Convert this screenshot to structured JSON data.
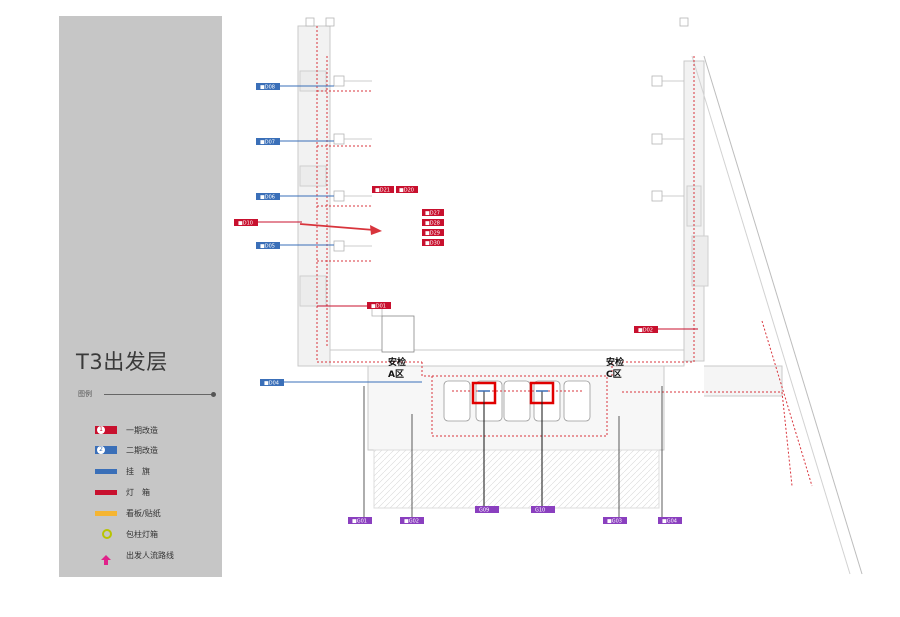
{
  "title": "T3出发层",
  "legend": {
    "heading": "图例",
    "items": [
      {
        "label": "一期改造",
        "color": "#c8102e",
        "kind": "badge",
        "num": "1"
      },
      {
        "label": "二期改造",
        "color": "#3a6fb8",
        "kind": "badge",
        "num": "2"
      },
      {
        "label": "挂　旗",
        "color": "#3a6fb8",
        "kind": "bar"
      },
      {
        "label": "灯　箱",
        "color": "#c8102e",
        "kind": "bar"
      },
      {
        "label": "看板/贴纸",
        "color": "#f5b532",
        "kind": "bar"
      },
      {
        "label": "包柱灯箱",
        "color": "#b8c400",
        "kind": "ring"
      },
      {
        "label": "出发人流路线",
        "color": "#e0228a",
        "kind": "arrow"
      }
    ]
  },
  "zones": {
    "a": {
      "line1": "安检",
      "line2": "A区"
    },
    "c": {
      "line1": "安检",
      "line2": "C区"
    }
  },
  "colors": {
    "phase1": "#c8102e",
    "phase2": "#3a6fb8",
    "purple": "#8a3fbf",
    "route": "#d8343c"
  }
}
